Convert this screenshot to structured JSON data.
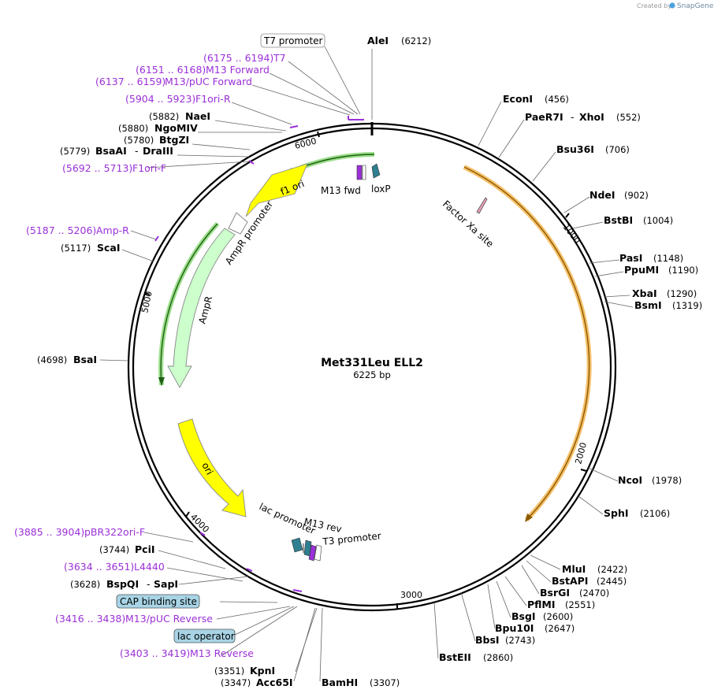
{
  "credit": {
    "prefix": "Created by",
    "brand": "SnapGene"
  },
  "plasmid": {
    "name": "Met331Leu ELL2",
    "length_label": "6225 bp",
    "total_bp": 6225
  },
  "ruler_ticks": [
    "1000",
    "2000",
    "3000",
    "4000",
    "5000",
    "6000"
  ],
  "colors": {
    "enzyme_text": "#000000",
    "primer_text": "#9b30d8",
    "primer_mark": "#9b30d8",
    "feature_yellow": "#ffff00",
    "feature_green": "#ccffcc",
    "feature_orange_outline": "#f5c06a",
    "box_blue": "#a8d4e6",
    "highlight_green": "#9bde8a"
  },
  "sites": {
    "alei": {
      "name": "AleI",
      "pos": "(6212)"
    },
    "econi": {
      "name": "EconI",
      "pos": "(456)"
    },
    "paer7i": {
      "name": "PaeR7I",
      "sep": "-",
      "name2": "XhoI",
      "pos": "(552)"
    },
    "bsu36i": {
      "name": "Bsu36I",
      "pos": "(706)"
    },
    "ndei": {
      "name": "NdeI",
      "pos": "(902)"
    },
    "bstbi": {
      "name": "BstBI",
      "pos": "(1004)"
    },
    "pasi": {
      "name": "PasI",
      "pos": "(1148)"
    },
    "ppumi": {
      "name": "PpuMI",
      "pos": "(1190)"
    },
    "xbai": {
      "name": "XbaI",
      "pos": "(1290)"
    },
    "bsmi": {
      "name": "BsmI",
      "pos": "(1319)"
    },
    "ncoi": {
      "name": "NcoI",
      "pos": "(1978)"
    },
    "sphi": {
      "name": "SphI",
      "pos": "(2106)"
    },
    "mlui": {
      "name": "MluI",
      "pos": "(2422)"
    },
    "bstapi": {
      "name": "BstAPI",
      "pos": "(2445)"
    },
    "bsrgi": {
      "name": "BsrGI",
      "pos": "(2470)"
    },
    "pflmi": {
      "name": "PflMI",
      "pos": "(2551)"
    },
    "bsgi": {
      "name": "BsgI",
      "pos": "(2600)"
    },
    "bpu10i": {
      "name": "Bpu10I",
      "pos": "(2647)"
    },
    "bbsi": {
      "name": "BbsI",
      "pos": "(2743)"
    },
    "bsteii": {
      "name": "BstEII",
      "pos": "(2860)"
    },
    "bamhi": {
      "name": "BamHI",
      "pos": "(3307)"
    },
    "kpni": {
      "name": "KpnI",
      "pos": "(3351)"
    },
    "acc65i": {
      "name": "Acc65I",
      "pos": "(3347)"
    },
    "bspqi": {
      "name": "BspQI",
      "sep": "-",
      "name2": "SapI",
      "pos": "(3628)"
    },
    "pcii": {
      "name": "PciI",
      "pos": "(3744)"
    },
    "bsai": {
      "name": "BsaI",
      "pos": "(4698)"
    },
    "scai": {
      "name": "ScaI",
      "pos": "(5117)"
    },
    "bsaai": {
      "name": "BsaAI",
      "sep": "-",
      "name2": "DraIII",
      "pos": "(5779)"
    },
    "btgzi": {
      "name": "BtgZI",
      "pos": "(5780)"
    },
    "ngomiv": {
      "name": "NgoMIV",
      "pos": "(5880)"
    },
    "naei": {
      "name": "NaeI",
      "pos": "(5882)"
    }
  },
  "primers": {
    "t7": {
      "range": "(6175 .. 6194)",
      "name": "T7"
    },
    "m13fwd": {
      "range": "(6151 .. 6168)",
      "name": "M13 Forward"
    },
    "m13puc_fwd": {
      "range": "(6137 .. 6159)",
      "name": "M13/pUC Forward"
    },
    "f1ori_r": {
      "range": "(5904 .. 5923)",
      "name": "F1ori-R"
    },
    "f1ori_f": {
      "range": "(5692 .. 5713)",
      "name": "F1ori-F"
    },
    "amp_r": {
      "range": "(5187 .. 5206)",
      "name": "Amp-R"
    },
    "pbr322": {
      "range": "(3885 .. 3904)",
      "name": "pBR322ori-F"
    },
    "l4440": {
      "range": "(3634 .. 3651)",
      "name": "L4440"
    },
    "m13puc_rev": {
      "range": "(3416 .. 3438)",
      "name": "M13/pUC Reverse"
    },
    "m13rev": {
      "range": "(3403 .. 3419)",
      "name": "M13 Reverse"
    }
  },
  "boxed_features": {
    "t7_promoter": "T7 promoter",
    "cap_site": "CAP binding site",
    "lac_operator": "lac operator"
  },
  "features": {
    "f1ori": "f1 ori",
    "ampr_promoter": "AmpR promoter",
    "ampr": "AmpR",
    "ori": "ori",
    "m13fwd": "M13 fwd",
    "loxp": "loxP",
    "factor_xa": "Factor Xa site",
    "lac_promoter": "lac promoter",
    "m13rev": "M13 rev",
    "t3_promoter": "T3 promoter"
  }
}
